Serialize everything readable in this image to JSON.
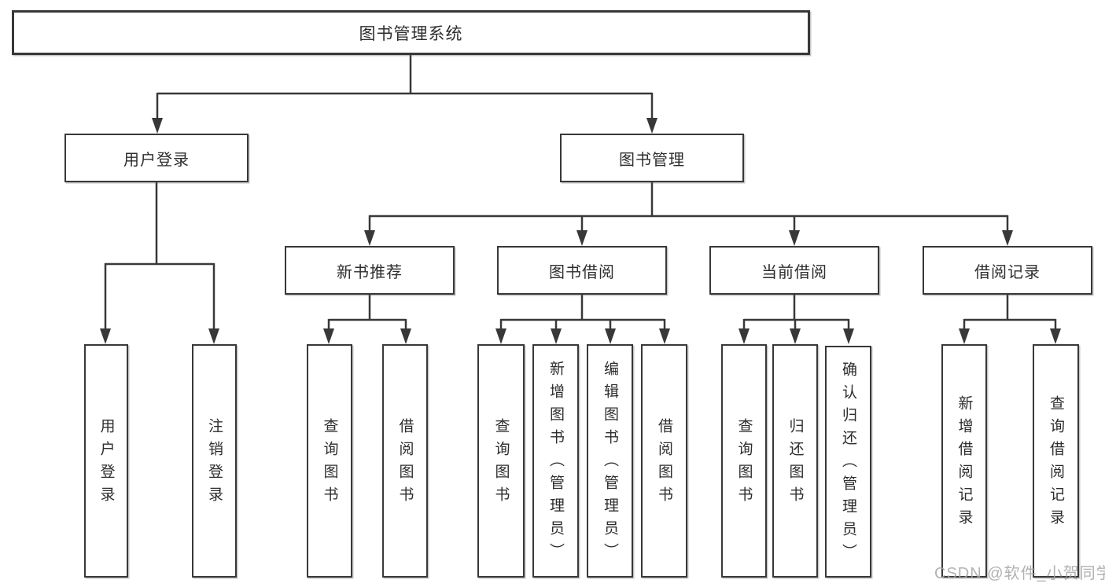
{
  "root_label": "图书管理系统",
  "level2": [
    {
      "label": "用户登录",
      "children": [
        "用户登录",
        "注销登录"
      ]
    },
    {
      "label": "图书管理"
    }
  ],
  "level3": [
    {
      "label": "新书推荐",
      "children": [
        "查询图书",
        "借阅图书"
      ]
    },
    {
      "label": "图书借阅",
      "children": [
        "查询图书",
        "新增图书（管理员）",
        "编辑图书（管理员）",
        "借阅图书"
      ]
    },
    {
      "label": "当前借阅",
      "children": [
        "查询图书",
        "归还图书",
        "确认归还（管理员）"
      ]
    },
    {
      "label": "借阅记录",
      "children": [
        "新增借阅记录",
        "查询借阅记录"
      ]
    }
  ],
  "watermark": "CSDN @软件_小贺同学",
  "colors": {
    "line": "#383838",
    "box_border": "#383838",
    "text": "#2d2d2d",
    "watermark_text": "#a4a4a4",
    "background": "#ffffff"
  }
}
